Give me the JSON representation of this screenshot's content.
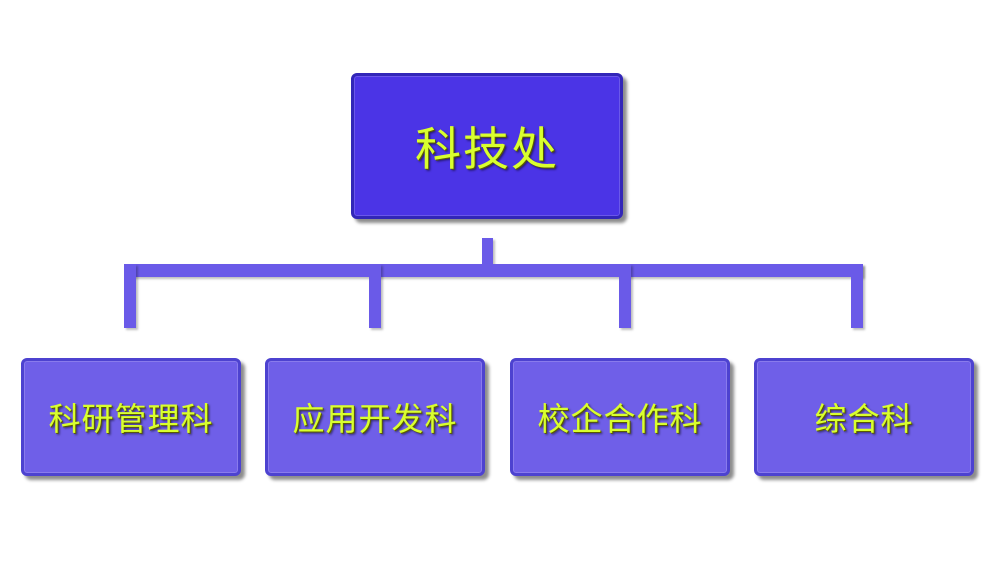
{
  "org_chart": {
    "root": {
      "label": "科技处"
    },
    "children": [
      {
        "label": "科研管理科"
      },
      {
        "label": "应用开发科"
      },
      {
        "label": "校企合作科"
      },
      {
        "label": "综合科"
      }
    ]
  },
  "colors": {
    "root_fill": "#4b34e6",
    "child_fill": "#6f5fe8",
    "connector": "#6a5ae8",
    "text": "#d9ff2e"
  }
}
